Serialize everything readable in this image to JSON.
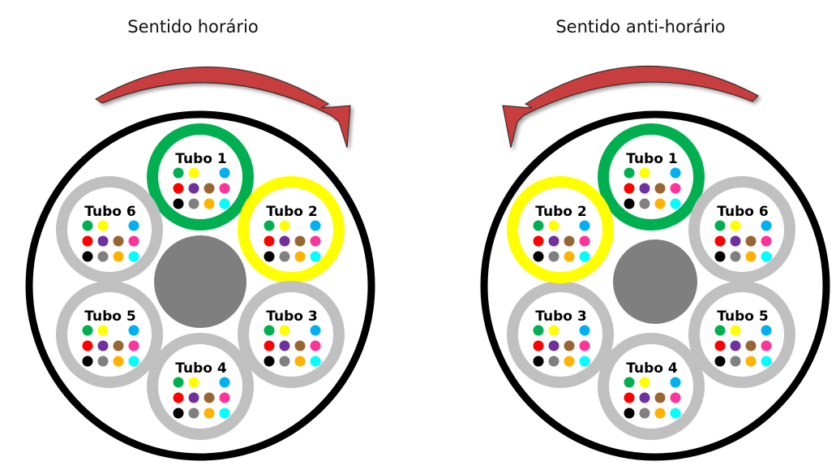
{
  "diagrams": [
    {
      "title": "Sentido horário",
      "direction": "clockwise",
      "tubes": [
        {
          "label": "Tubo 1",
          "ring_color": "#00b050"
        },
        {
          "label": "Tubo 2",
          "ring_color": "#ffff00"
        },
        {
          "label": "Tubo 3",
          "ring_color": "#c0c0c0"
        },
        {
          "label": "Tubo 4",
          "ring_color": "#c0c0c0"
        },
        {
          "label": "Tubo 5",
          "ring_color": "#c0c0c0"
        },
        {
          "label": "Tubo 6",
          "ring_color": "#c0c0c0"
        }
      ]
    },
    {
      "title": "Sentido anti-horário",
      "direction": "counterclockwise",
      "tubes": [
        {
          "label": "Tubo 1",
          "ring_color": "#00b050"
        },
        {
          "label": "Tubo 6",
          "ring_color": "#c0c0c0"
        },
        {
          "label": "Tubo 5",
          "ring_color": "#c0c0c0"
        },
        {
          "label": "Tubo 4",
          "ring_color": "#c0c0c0"
        },
        {
          "label": "Tubo 3",
          "ring_color": "#c0c0c0"
        },
        {
          "label": "Tubo 2",
          "ring_color": "#ffff00"
        }
      ]
    }
  ],
  "fiber_colors": [
    [
      "#00b050",
      "#ffff00",
      null,
      "#00b0f0"
    ],
    [
      "#ff0000",
      "#7030a0",
      "#996633",
      "#ff3399"
    ],
    [
      "#000000",
      "#808080",
      "#ffb300",
      "#00ffff"
    ]
  ],
  "colors": {
    "arrow": "#c83c3c",
    "cable": "#000000",
    "core": "#7f7f7f"
  }
}
